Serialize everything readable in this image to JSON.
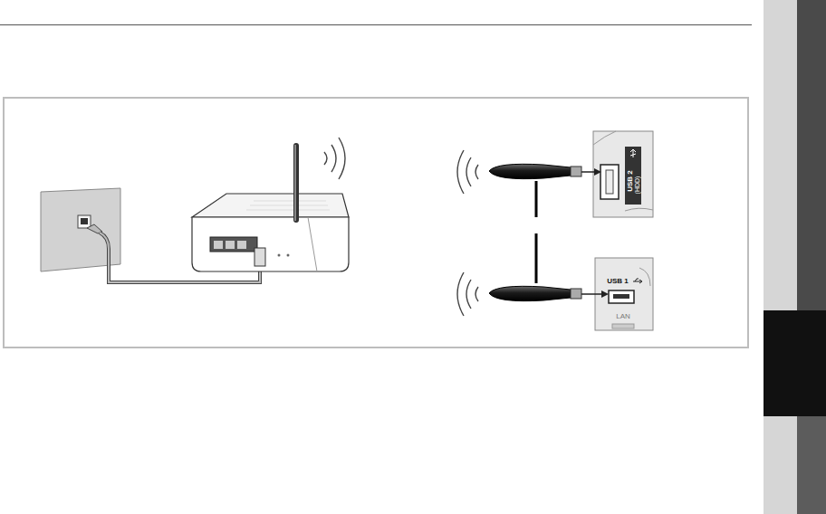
{
  "diagram": {
    "labels": [
      "USB 2",
      "(HDD)",
      "USB 1",
      "LAN"
    ]
  }
}
